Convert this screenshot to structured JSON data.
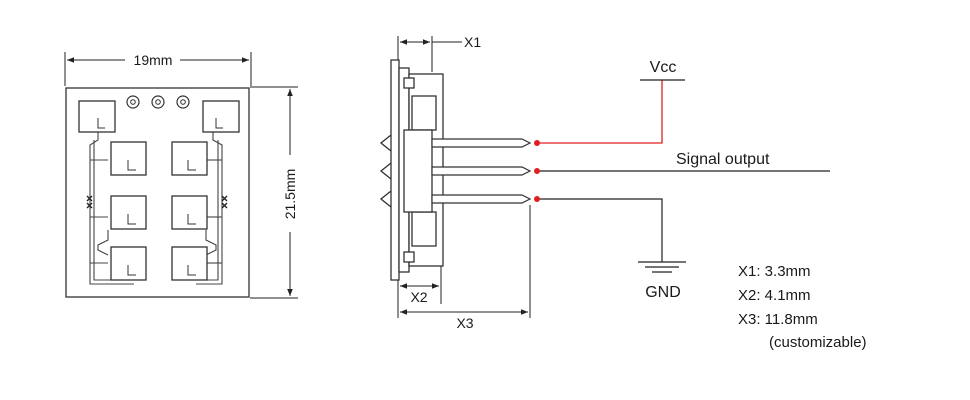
{
  "front_view": {
    "width_label": "19mm",
    "height_label": "21.5mm"
  },
  "side_view": {
    "x1_label": "X1",
    "x2_label": "X2",
    "x3_label": "X3"
  },
  "wiring": {
    "vcc_label": "Vcc",
    "signal_label": "Signal output",
    "gnd_label": "GND",
    "vcc_color": "#e02020",
    "pin_dot_color": "#e02020"
  },
  "notes": {
    "x1": "X1: 3.3mm",
    "x2": "X2: 4.1mm",
    "x3": "X3: 11.8mm",
    "customizable": "(customizable)"
  }
}
